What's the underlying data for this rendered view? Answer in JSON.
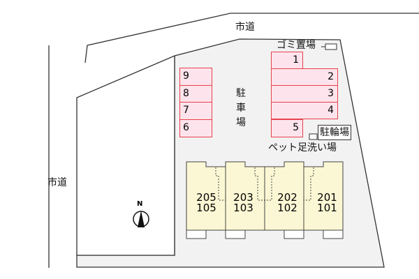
{
  "roads": {
    "top": "市道",
    "left": "市道"
  },
  "parking": {
    "label": "駐車場",
    "spaces": [
      "1",
      "2",
      "3",
      "4",
      "5",
      "6",
      "7",
      "8",
      "9"
    ]
  },
  "facilities": {
    "garbage": "ゴミ置場",
    "bicycle": "駐輪場",
    "pet_wash": "ペット足洗い場"
  },
  "units": [
    {
      "upper": "205",
      "lower": "105"
    },
    {
      "upper": "203",
      "lower": "103"
    },
    {
      "upper": "202",
      "lower": "102"
    },
    {
      "upper": "201",
      "lower": "101"
    }
  ],
  "compass": {
    "label": "N"
  },
  "colors": {
    "lot": "#f2f2f2",
    "parking_fill": "#fde4ec",
    "parking_border": "#e8404a",
    "building": "#fbf7d4"
  }
}
